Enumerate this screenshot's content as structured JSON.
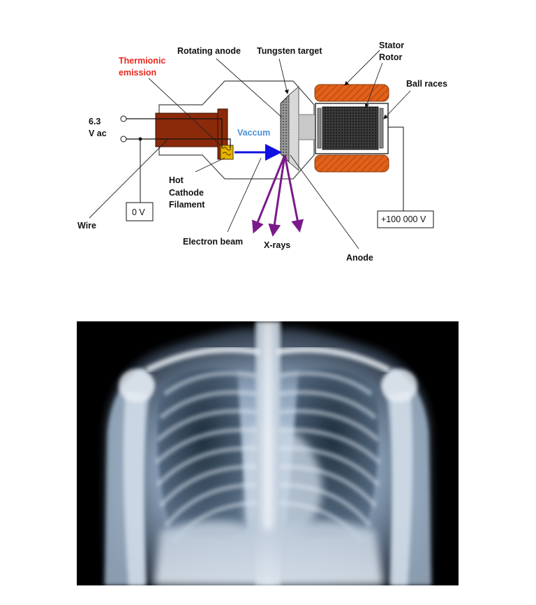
{
  "diagram": {
    "labels": {
      "thermionic": "Thermionic",
      "emission": "emission",
      "rotating_anode": "Rotating anode",
      "tungsten_target": "Tungsten target",
      "stator": "Stator",
      "rotor": "Rotor",
      "ball_races": "Ball races",
      "voltage_ac_1": "6.3",
      "voltage_ac_2": "V ac",
      "vaccum": "Vaccum",
      "hot": "Hot",
      "cathode": "Cathode",
      "filament": "Filament",
      "zero_volt": "0 V",
      "wire": "Wire",
      "electron_beam": "Electron beam",
      "xrays": "X-rays",
      "anode": "Anode",
      "high_voltage": "+100 000 V"
    },
    "colors": {
      "cathode_brown": "#8b2a0a",
      "stator_orange": "#e0611a",
      "electron_beam": "#1010e0",
      "xray_purple": "#7a1a8a",
      "thermionic_red": "#e8281e",
      "vaccum_blue": "#4a90d9"
    }
  },
  "xray_image": {
    "subject": "chest-radiograph"
  }
}
